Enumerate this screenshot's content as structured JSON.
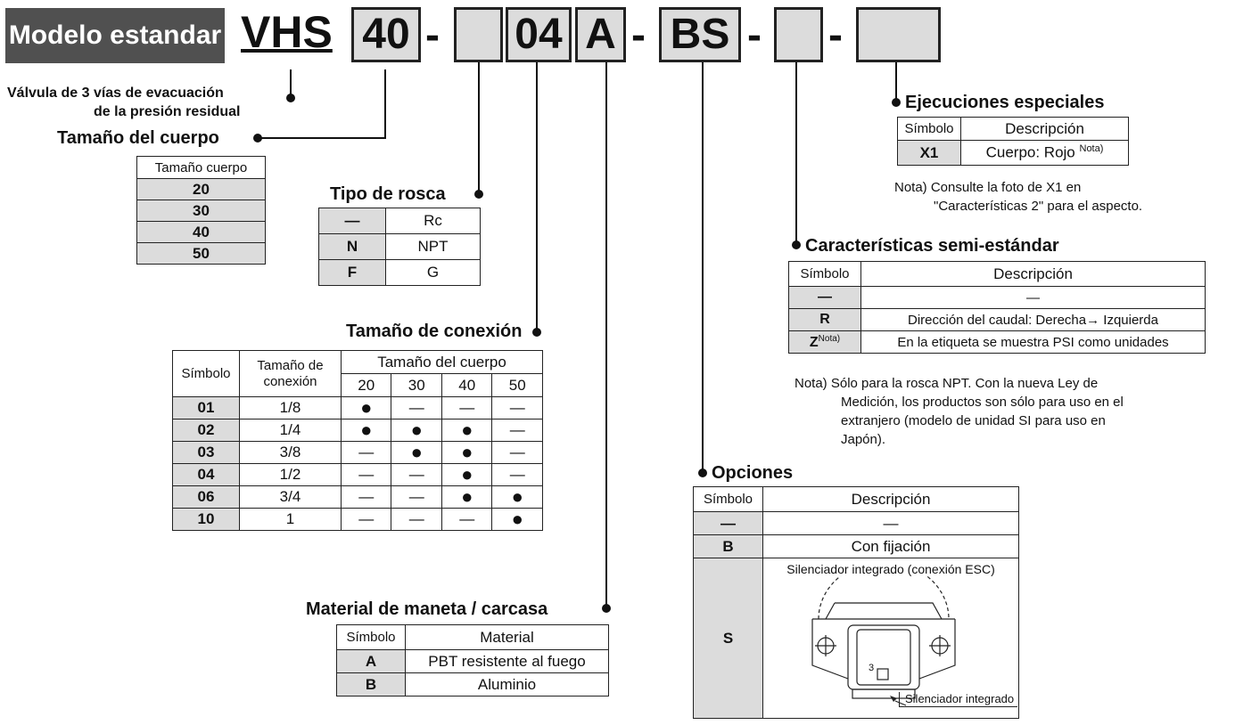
{
  "header": {
    "badge": "Modelo estandar",
    "model_prefix": "VHS",
    "codes": [
      "40",
      "",
      "04",
      "A",
      "BS",
      "",
      ""
    ],
    "dash": "-"
  },
  "valve_label": [
    "Válvula de 3 vías de evacuación",
    "de la presión residual"
  ],
  "body_size": {
    "title": "Tamaño del cuerpo",
    "header": "Tamaño cuerpo",
    "rows": [
      "20",
      "30",
      "40",
      "50"
    ]
  },
  "thread": {
    "title": "Tipo de rosca",
    "rows": [
      [
        "—",
        "Rc"
      ],
      [
        "N",
        "NPT"
      ],
      [
        "F",
        "G"
      ]
    ]
  },
  "port": {
    "title": "Tamaño de conexión",
    "h_symbol": "Símbolo",
    "h_port": "Tamaño de conexión",
    "h_body": "Tamaño del cuerpo",
    "sizes": [
      "20",
      "30",
      "40",
      "50"
    ],
    "rows": [
      {
        "sym": "01",
        "port": "1/8",
        "v": [
          "●",
          "—",
          "—",
          "—"
        ]
      },
      {
        "sym": "02",
        "port": "1/4",
        "v": [
          "●",
          "●",
          "●",
          "—"
        ]
      },
      {
        "sym": "03",
        "port": "3/8",
        "v": [
          "—",
          "●",
          "●",
          "—"
        ]
      },
      {
        "sym": "04",
        "port": "1/2",
        "v": [
          "—",
          "—",
          "●",
          "—"
        ]
      },
      {
        "sym": "06",
        "port": "3/4",
        "v": [
          "—",
          "—",
          "●",
          "●"
        ]
      },
      {
        "sym": "10",
        "port": "1",
        "v": [
          "—",
          "—",
          "—",
          "●"
        ]
      }
    ]
  },
  "material": {
    "title": "Material de maneta / carcasa",
    "h_symbol": "Símbolo",
    "h_material": "Material",
    "rows": [
      [
        "A",
        "PBT resistente al fuego"
      ],
      [
        "B",
        "Aluminio"
      ]
    ]
  },
  "special": {
    "title": "Ejecuciones especiales",
    "h_symbol": "Símbolo",
    "h_desc": "Descripción",
    "sym": "X1",
    "desc": "Cuerpo: Rojo",
    "nota_sup": "Nota)",
    "note1": "Nota) Consulte la foto de X1 en",
    "note2": "\"Características 2\" para el aspecto."
  },
  "semi": {
    "title": "Características semi-estándar",
    "h_symbol": "Símbolo",
    "h_desc": "Descripción",
    "rows": [
      [
        "—",
        "—"
      ],
      [
        "R",
        "Dirección del caudal: Derecha→ Izquierda"
      ],
      [
        "Z",
        "En la etiqueta se muestra PSI como unidades"
      ]
    ],
    "nota_sup": "Nota)",
    "note": [
      "Nota) Sólo para la rosca NPT. Con la nueva Ley de",
      "Medición, los productos son sólo para uso en el",
      "extranjero (modelo de unidad SI para uso en",
      "Japón)."
    ]
  },
  "options": {
    "title": "Opciones",
    "h_symbol": "Símbolo",
    "h_desc": "Descripción",
    "rows": [
      [
        "—",
        "—"
      ],
      [
        "B",
        "Con fijación"
      ]
    ],
    "s_sym": "S",
    "s_desc": "Silenciador integrado (conexión ESC)",
    "s_callout": "Silenciador integrado",
    "s_port_num": "3"
  }
}
